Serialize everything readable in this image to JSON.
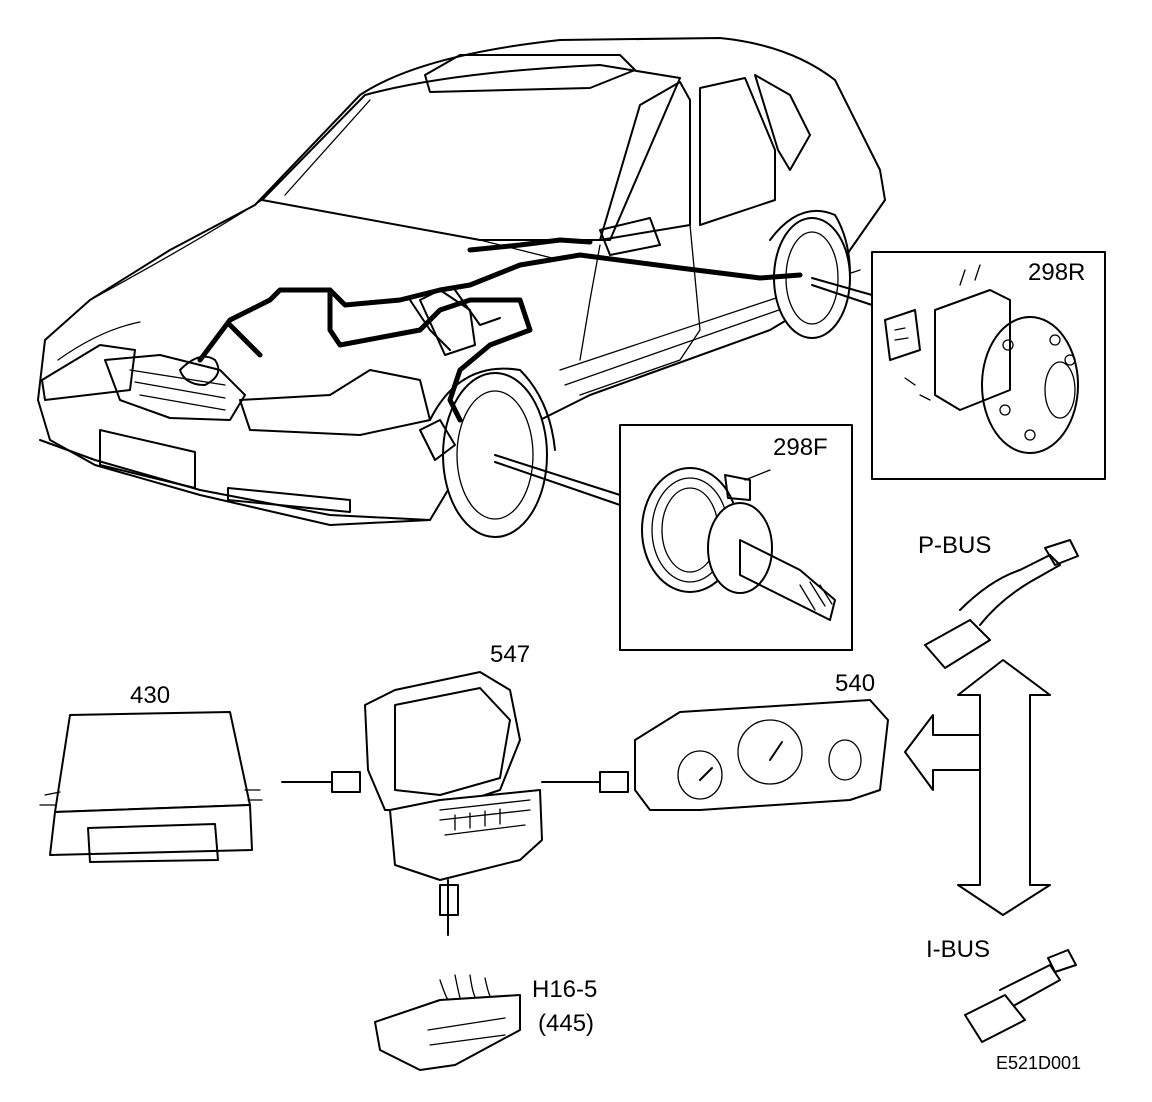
{
  "labels": {
    "rear_wheel_sensor": "298R",
    "front_wheel_sensor": "298F",
    "p_bus": "P-BUS",
    "i_bus": "I-BUS",
    "control_module_547": "547",
    "instrument_cluster_540": "540",
    "engine_module_430": "430",
    "diag_connector": "H16-5",
    "diag_connector_ref": "(445)",
    "figure_code": "E521D001"
  },
  "colors": {
    "line": "#000000",
    "background": "#ffffff"
  }
}
